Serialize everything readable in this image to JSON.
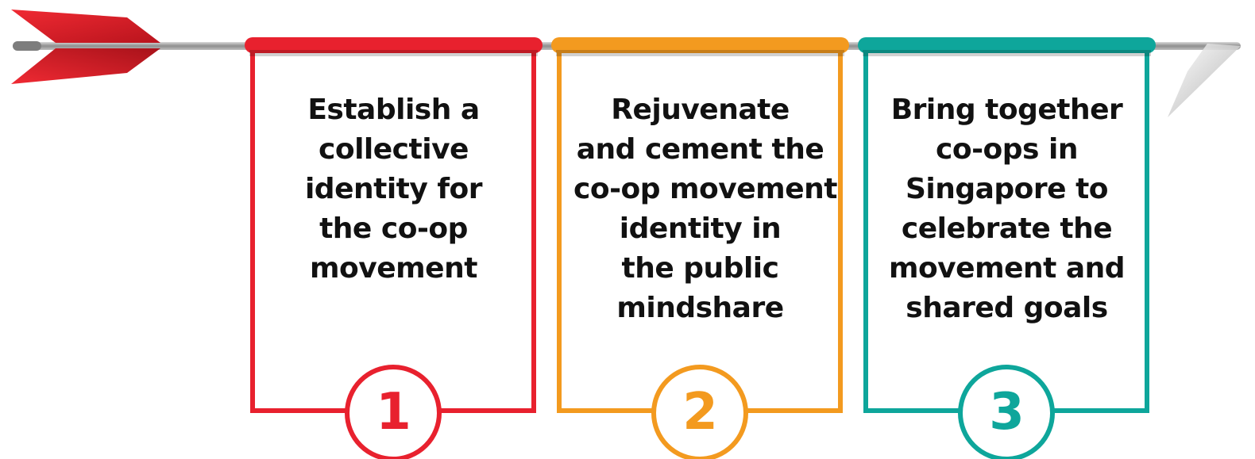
{
  "banners": [
    {
      "number": "1",
      "lines": [
        "Establish a",
        "collective",
        "identity for",
        "the co-op",
        "movement"
      ],
      "color": "#e8212e"
    },
    {
      "number": "2",
      "lines": [
        "Rejuvenate",
        "and cement the",
        "co-op movement",
        "identity in",
        "the public",
        "mindshare"
      ],
      "color": "#f39a1f"
    },
    {
      "number": "3",
      "lines": [
        "Bring together",
        "co-ops in",
        "Singapore to",
        "celebrate the",
        "movement and",
        "shared goals"
      ],
      "color": "#0ea69b"
    }
  ],
  "arrow": {
    "shaft_color": "#9a9a9a",
    "fletching_color": "#e8212e"
  }
}
